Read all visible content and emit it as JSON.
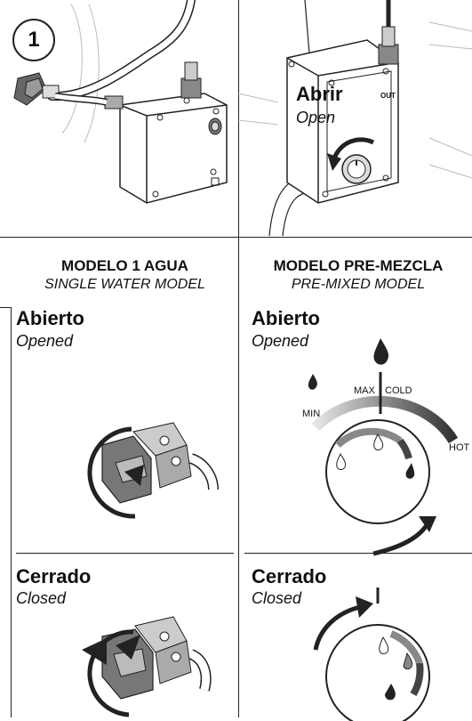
{
  "step_badge": "1",
  "panel_top_right": {
    "label_es": "Abrir",
    "label_en": "Open",
    "port_label": "OUT"
  },
  "models": {
    "left_title": "MODELO 1 AGUA",
    "left_sub": "SINGLE WATER MODEL",
    "right_title": "MODELO PRE-MEZCLA",
    "right_sub": "PRE-MIXED MODEL"
  },
  "opened": {
    "left_es": "Abierto",
    "left_en": "Opened",
    "right_es": "Abierto",
    "right_en": "Opened",
    "dial_max": "MAX",
    "dial_cold": "COLD",
    "dial_min": "MIN",
    "dial_hot": "HOT"
  },
  "closed": {
    "left_es": "Cerrado",
    "left_en": "Closed",
    "right_es": "Cerrado",
    "right_en": "Closed"
  },
  "colors": {
    "line": "#222222",
    "metal_dark": "#555555",
    "gradient_light": "#dddddd",
    "gradient_dark": "#333333"
  }
}
